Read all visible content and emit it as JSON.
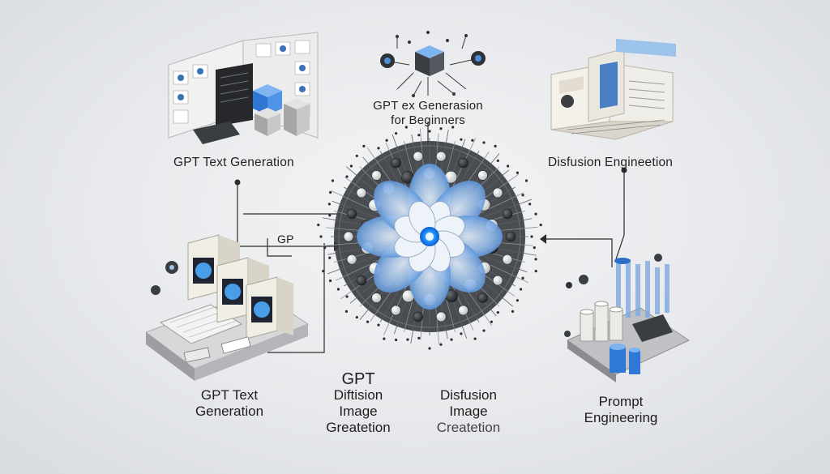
{
  "labels": {
    "top_center": {
      "line1": "GPT ex Generasion",
      "line2": "for Beginners"
    },
    "top_left": "GPT Text Generation",
    "top_right": "Disfusion Engineetion",
    "mid_small": "GP",
    "bottom_1": {
      "line1": "GPT Text",
      "line2": "Generation"
    },
    "bottom_2": {
      "line1": "GPT",
      "line2": "Diftision",
      "line3": "Image",
      "line4": "Greatetion"
    },
    "bottom_3": {
      "line1": "Disfusion",
      "line2": "Image",
      "line3": "Createtion"
    },
    "bottom_4": {
      "line1": "Prompt",
      "line2": "Engineering"
    }
  },
  "colors": {
    "accent_blue": "#4a90d9",
    "light_blue": "#9cc3ec",
    "dark": "#2d2f33",
    "background": "#e6e8eb"
  },
  "icons": [
    "flower-network-icon",
    "server-cubes-icon",
    "network-node-icon",
    "document-panels-icon",
    "server-stack-icon",
    "data-cylinders-icon"
  ]
}
